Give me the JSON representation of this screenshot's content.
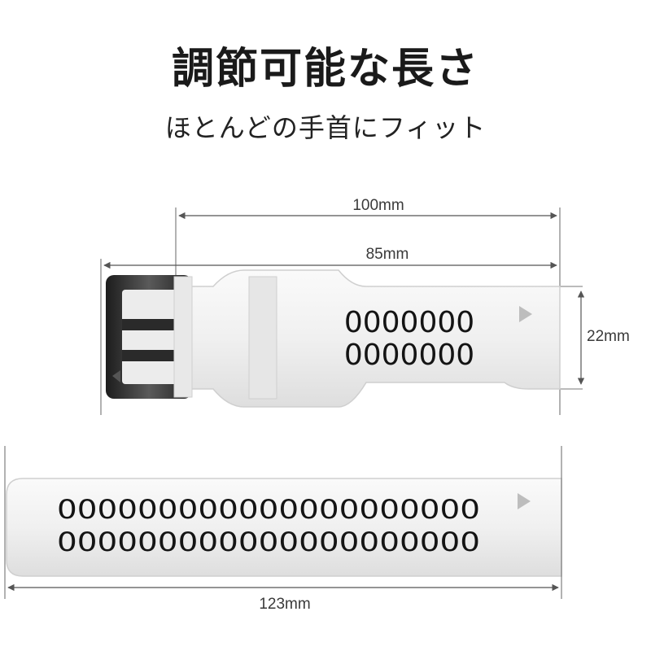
{
  "heading": {
    "title": "調節可能な長さ",
    "subtitle": "ほとんどの手首にフィット"
  },
  "dimensions": {
    "total_length": "100mm",
    "buckle_section": "85mm",
    "width": "22mm",
    "long_strap": "123mm"
  },
  "short_strap": {
    "hole_row_1": "0000000",
    "hole_row_2": "0000000"
  },
  "long_strap": {
    "hole_row_1": "000000000000000000000",
    "hole_row_2": "000000000000000000000"
  },
  "colors": {
    "strap": "#f2f2f2",
    "strap_shadow": "#d8d8d8",
    "buckle": "#2b2b2b",
    "dimension_line": "#555555"
  }
}
